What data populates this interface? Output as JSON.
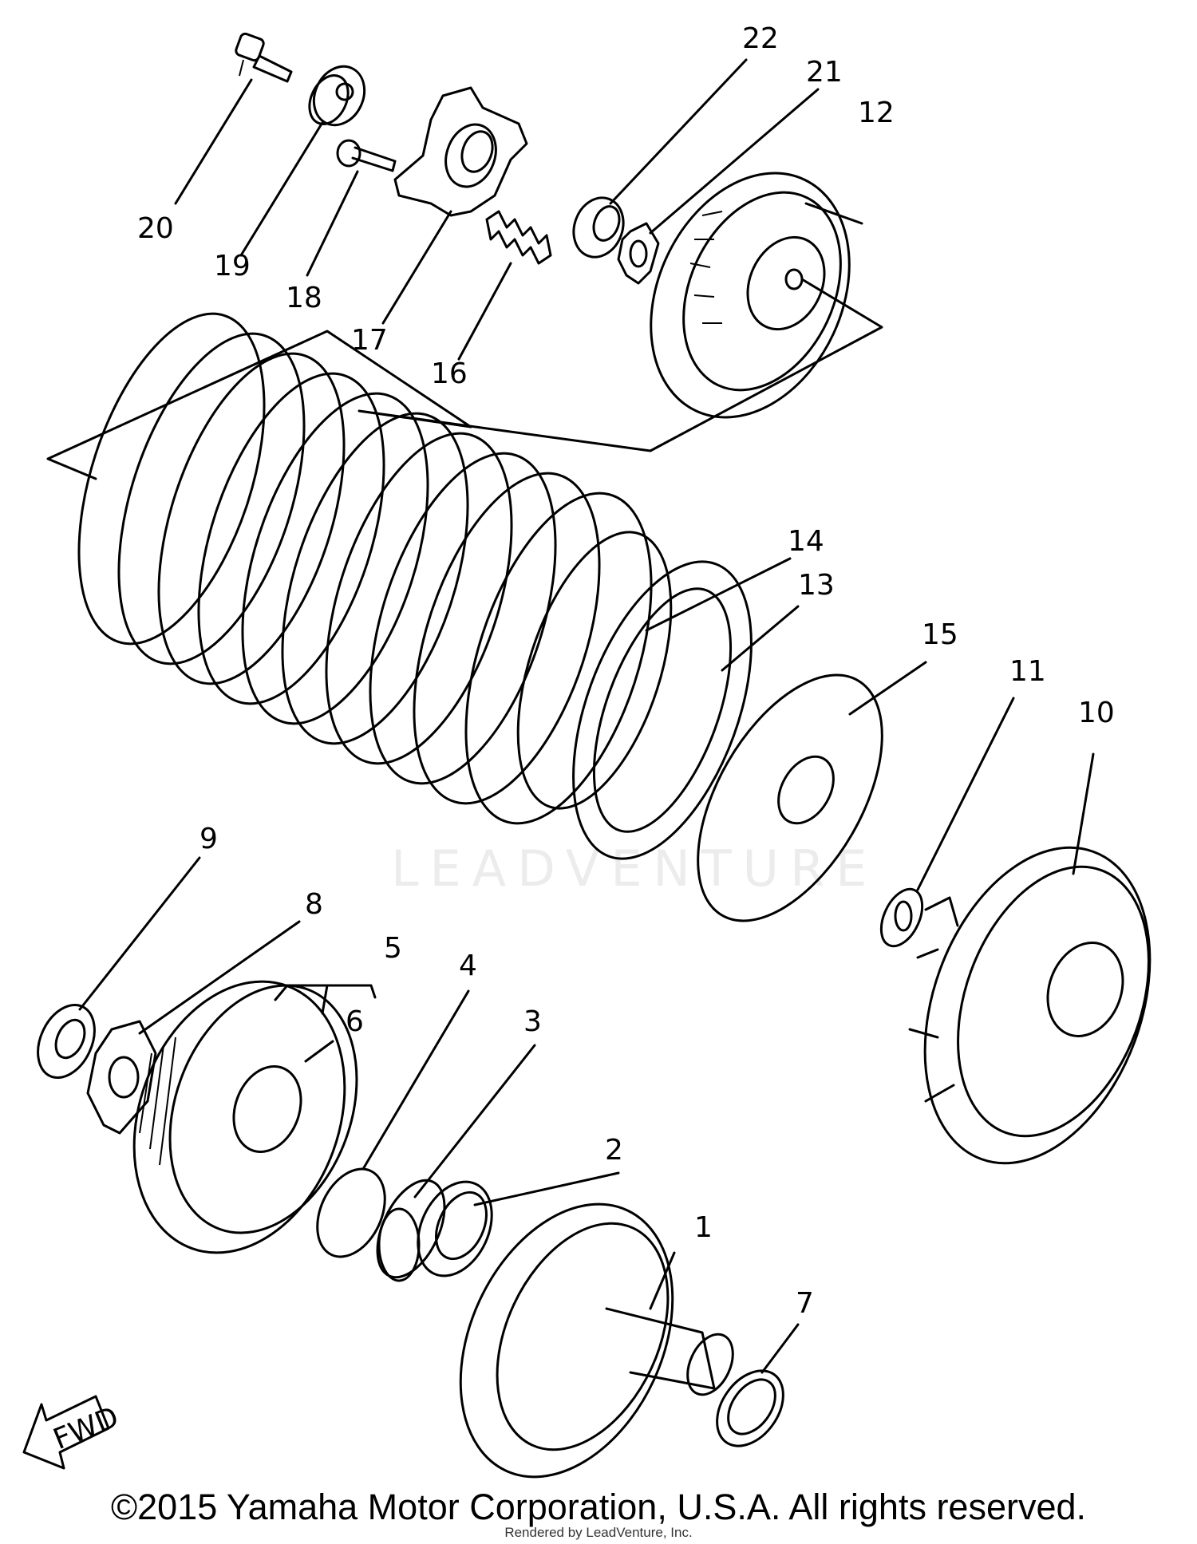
{
  "callouts": [
    "1",
    "2",
    "3",
    "4",
    "5",
    "6",
    "7",
    "8",
    "9",
    "10",
    "11",
    "12",
    "13",
    "14",
    "15",
    "16",
    "17",
    "18",
    "19",
    "20",
    "21",
    "22"
  ],
  "fwd_label": "FWD",
  "watermark": "LEADVENTURE",
  "copyright": "©2015 Yamaha Motor Corporation, U.S.A. All rights reserved.",
  "rendered_by": "Rendered by LeadVenture, Inc."
}
